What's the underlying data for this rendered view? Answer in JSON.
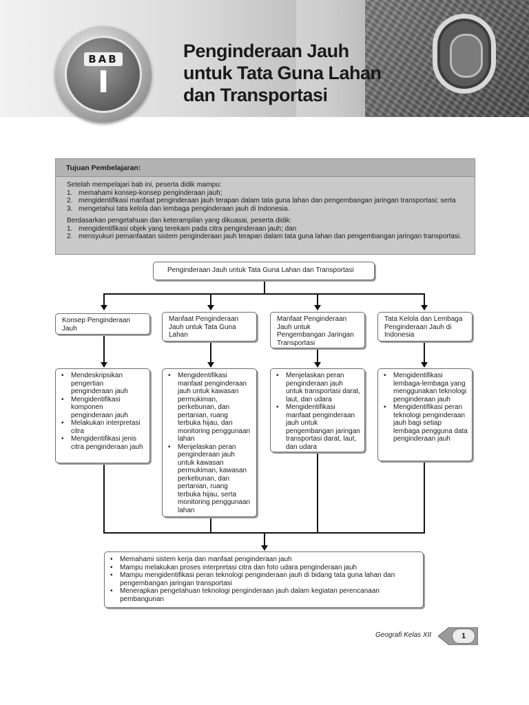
{
  "chapter": {
    "label": "BAB",
    "number": "I",
    "title_lines": [
      "Penginderaan Jauh",
      "untuk Tata Guna Lahan",
      "dan Transportasi"
    ]
  },
  "objectives": {
    "heading": "Tujuan Pembelajaran:",
    "intro1": "Setelah mempelajari bab ini, peserta didik mampu:",
    "list1": [
      {
        "num": "1.",
        "text": "memahami konsep-konsep penginderaan jauh;"
      },
      {
        "num": "2.",
        "text": "mengidentifikasi manfaat penginderaan jauh terapan dalam tata guna lahan dan pengembangan jaringan transportasi; serta"
      },
      {
        "num": "3.",
        "text": "mengetahui tata kelola dan lembaga penginderaan jauh di Indonesia."
      }
    ],
    "intro2": "Berdasarkan pengetahuan dan keterampilan yang dikuasai, peserta didik:",
    "list2": [
      {
        "num": "1.",
        "text": "mengidentifikasi objek yang terekam pada citra penginderaan jauh; dan"
      },
      {
        "num": "2.",
        "text": "mensyukuri pemanfaatan sistem penginderaan jauh terapan dalam tata guna lahan dan pengembangan jaringan transportasi."
      }
    ]
  },
  "chart": {
    "root": "Penginderaan Jauh untuk Tata Guna Lahan dan Transportasi",
    "branches": [
      {
        "title": "Konsep Penginderaan Jauh",
        "points": [
          "Mendeskripsikan pengertian penginderaan jauh",
          "Mengidentifikasi komponen penginderaan jauh",
          "Melakukan interpretasi citra",
          "Mengidentifikasi jenis citra penginderaan jauh"
        ]
      },
      {
        "title": "Manfaat Penginderaan Jauh untuk Tata Guna Lahan",
        "points": [
          "Mengidentifikasi manfaat penginderaan jauh untuk kawasan permukiman, perkebunan, dan pertanian, ruang terbuka hijau, dan monitoring penggunaan lahan",
          "Menjelaskan peran penginderaan jauh untuk kawasan permukiman, kawasan perkebunan, dan pertanian, ruang terbuka hijau, serta monitoring penggunaan lahan"
        ]
      },
      {
        "title": "Manfaat Penginderaan Jauh untuk Pengembangan Jaringan Transportasi",
        "points": [
          "Menjelaskan peran penginderaan jauh untuk transportasi darat, laut, dan udara",
          "Mengidentifikasi manfaat penginderaan jauh untuk pengembangan jaringan transportasi darat, laut, dan udara"
        ]
      },
      {
        "title": "Tata Kelola dan Lembaga Penginderaan Jauh di Indonesia",
        "points": [
          "Mengidentifikasi lembaga-lembaga yang menggunakan teknologi penginderaan jauh",
          "Mengidentifikasi peran teknologi penginderaan jauh bagi setiap lembaga pengguna data penginderaan jauh"
        ]
      }
    ],
    "outcomes": [
      "Memahami sistem kerja dan manfaat penginderaan jauh",
      "Mampu melakukan proses interpretasi citra dan foto udara penginderaan jauh",
      "Mampu mengidentifikasi peran teknologi penginderaan jauh di bidang tata guna lahan dan pengembangan jaringan transportasi",
      "Menerapkan pengetahuan teknologi penginderaan jauh dalam kegiatan perencanaan pembangunan"
    ]
  },
  "footer": {
    "book": "Geografi Kelas XII",
    "page": "1"
  }
}
